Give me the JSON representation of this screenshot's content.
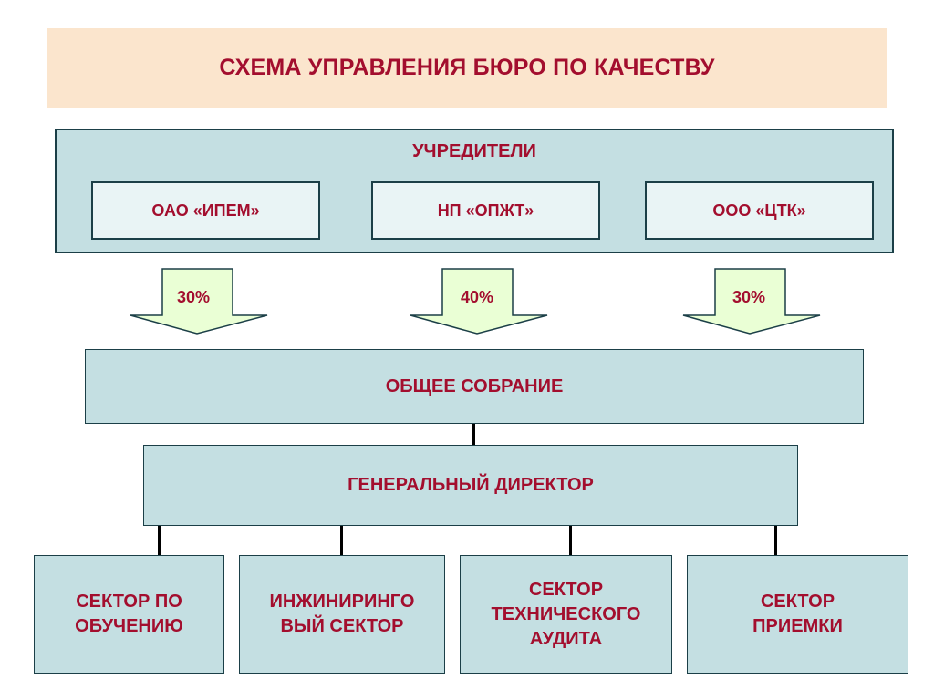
{
  "title": "СХЕМА УПРАВЛЕНИЯ БЮРО ПО КАЧЕСТВУ",
  "founders": {
    "title": "УЧРЕДИТЕЛИ",
    "items": [
      {
        "name": "ОАО «ИПЕМ»",
        "share": "30%"
      },
      {
        "name": "НП «ОПЖТ»",
        "share": "40%"
      },
      {
        "name": "ООО «ЦТК»",
        "share": "30%"
      }
    ]
  },
  "general_meeting": "ОБЩЕЕ СОБРАНИЕ",
  "general_director": "ГЕНЕРАЛЬНЫЙ ДИРЕКТОР",
  "sectors": [
    {
      "line1": "СЕКТОР ПО",
      "line2": "ОБУЧЕНИЮ",
      "line3": ""
    },
    {
      "line1": "ИНЖИНИРИНГО",
      "line2": "ВЫЙ СЕКТОР",
      "line3": ""
    },
    {
      "line1": "СЕКТОР",
      "line2": "ТЕХНИЧЕСКОГО",
      "line3": "АУДИТА"
    },
    {
      "line1": "СЕКТОР",
      "line2": "ПРИЕМКИ",
      "line3": ""
    }
  ],
  "colors": {
    "title_band": "#fbe5cd",
    "text": "#a30e2e",
    "box_fill": "#c4dfe2",
    "inner_box_fill": "#e9f4f5",
    "arrow_fill": "#eaffd5",
    "border": "#1b3f47"
  }
}
